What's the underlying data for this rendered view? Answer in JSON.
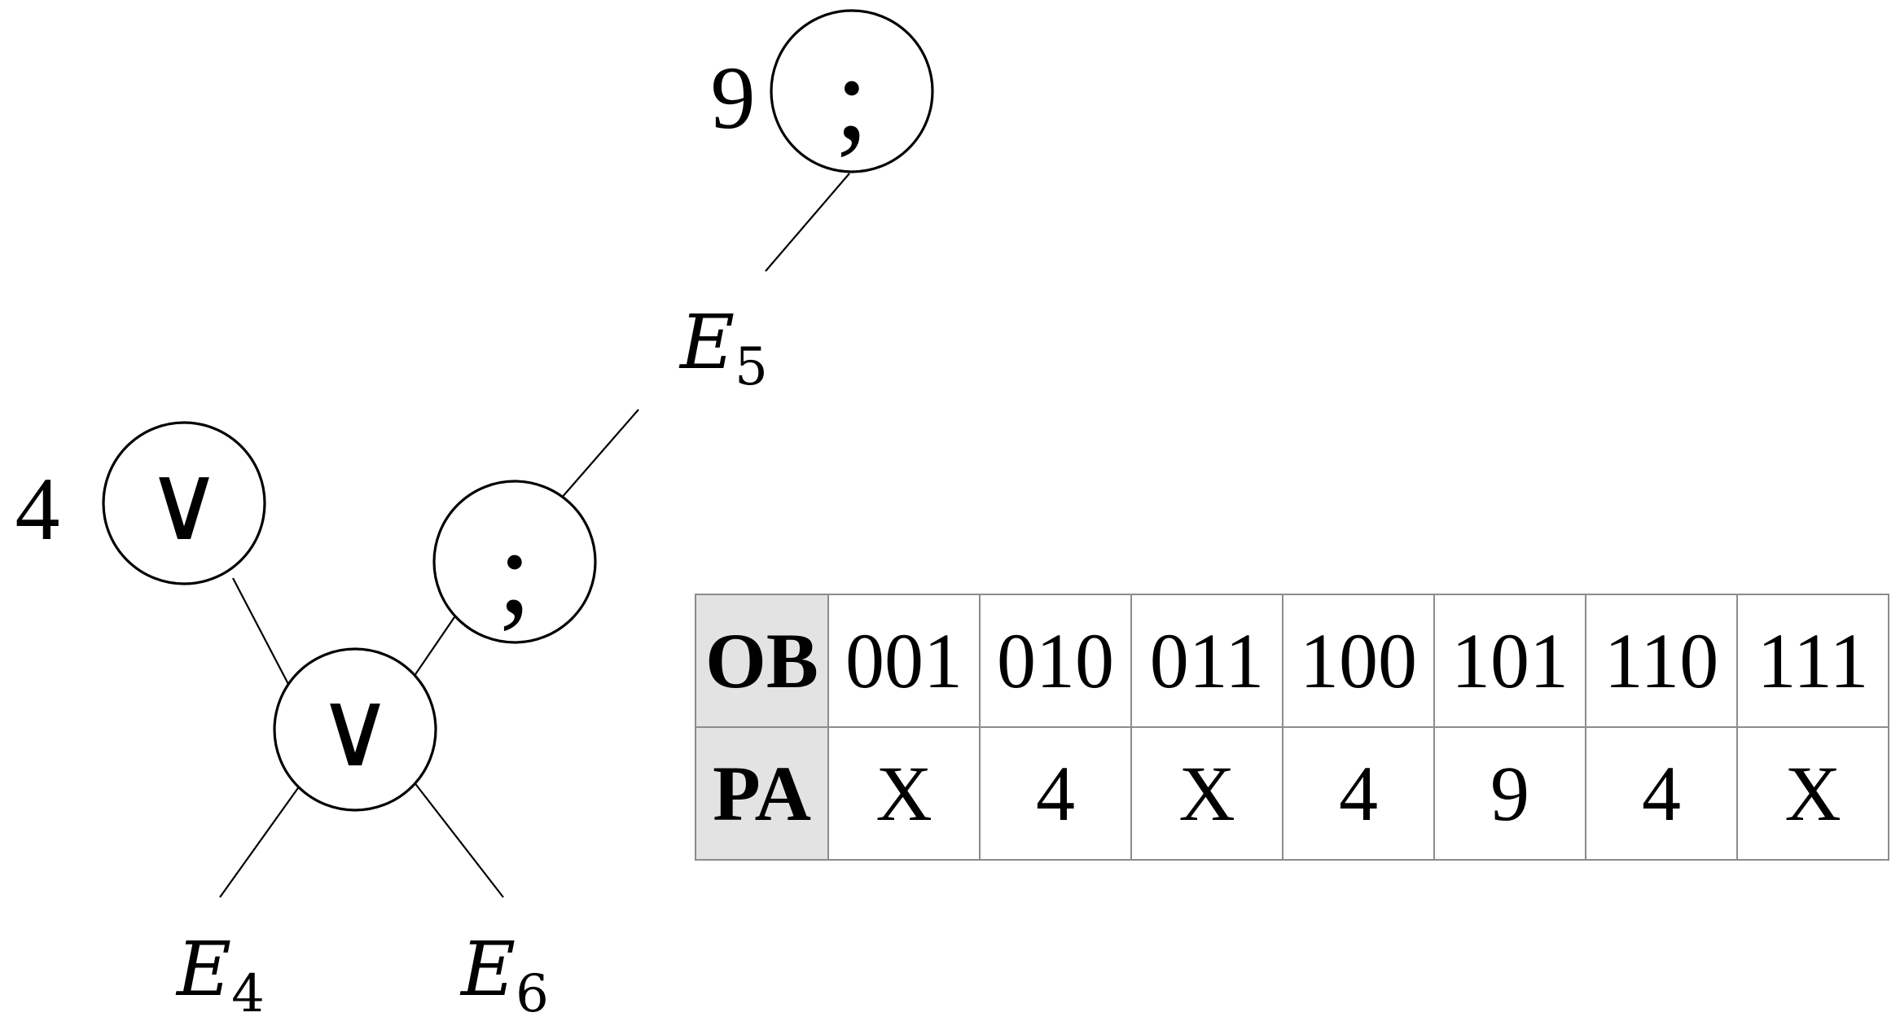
{
  "tree": {
    "root": {
      "operator": ";",
      "side_label": "9"
    },
    "edge_label_upper": {
      "name": "E",
      "subscript": "5"
    },
    "semicolon_node": {
      "operator": ";"
    },
    "or_node_left": {
      "operator": "∨",
      "side_label": "4"
    },
    "or_node_center": {
      "operator": "∨"
    },
    "edge_label_left": {
      "name": "E",
      "subscript": "4"
    },
    "edge_label_right": {
      "name": "E",
      "subscript": "6"
    }
  },
  "table": {
    "row1": {
      "header": "OB",
      "cells": [
        "001",
        "010",
        "011",
        "100",
        "101",
        "110",
        "111"
      ]
    },
    "row2": {
      "header": "PA",
      "cells": [
        "X",
        "4",
        "X",
        "4",
        "9",
        "4",
        "X"
      ]
    }
  }
}
